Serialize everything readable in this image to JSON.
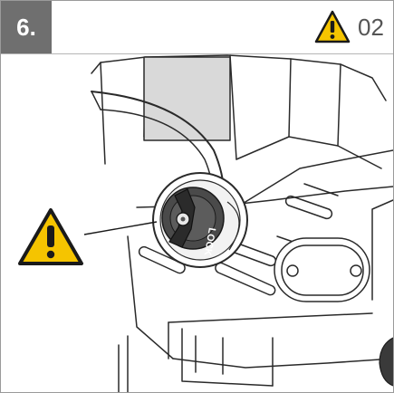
{
  "step": {
    "number": "6."
  },
  "header": {
    "warning_code": "02"
  },
  "knob": {
    "label": "LOCK"
  },
  "colors": {
    "step_bg": "#6f6f6f",
    "warning_yellow": "#f5c400",
    "ink": "#2a2a2a"
  },
  "icons": {
    "header_warning": "warning-triangle-icon",
    "callout_warning": "warning-triangle-icon"
  }
}
